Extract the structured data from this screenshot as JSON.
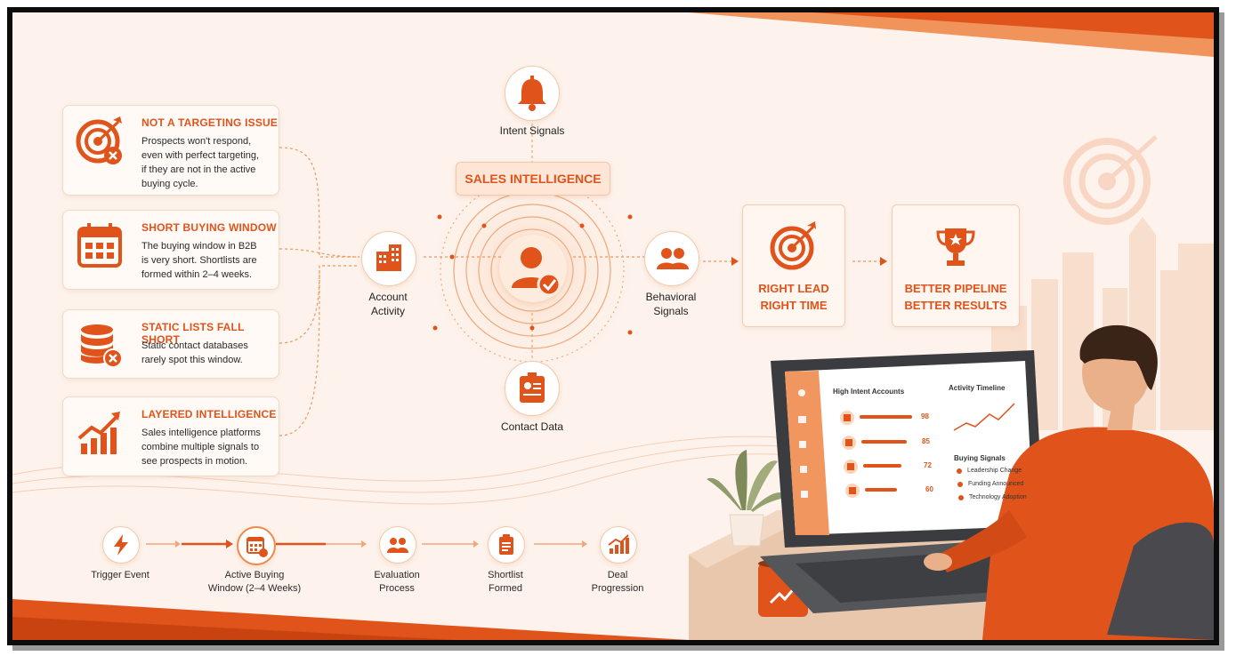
{
  "problems": [
    {
      "title": "NOT A TARGETING ISSUE",
      "lines": [
        "Prospects won't respond,",
        "even with perfect targeting,",
        "if they are not in the active",
        "buying cycle."
      ],
      "icon": "target-x-icon"
    },
    {
      "title": "SHORT BUYING WINDOW",
      "lines": [
        "The buying window in B2B",
        "is very short. Shortlists are",
        "formed within 2–4 weeks."
      ],
      "icon": "calendar-icon"
    },
    {
      "title": "STATIC LISTS FALL SHORT",
      "lines": [
        "Static contact databases",
        "rarely spot this window."
      ],
      "icon": "database-x-icon"
    },
    {
      "title": "LAYERED INTELLIGENCE",
      "lines": [
        "Sales intelligence platforms",
        "combine multiple signals to",
        "see prospects in motion."
      ],
      "icon": "growth-chart-icon"
    }
  ],
  "hub": {
    "title": "SALES INTELLIGENCE",
    "center_icon": "user-check-icon",
    "nodes": {
      "top": "Intent Signals",
      "left_line1": "Account",
      "left_line2": "Activity",
      "right_line1": "Behavioral",
      "right_line2": "Signals",
      "bottom": "Contact Data"
    }
  },
  "results": [
    {
      "line1": "RIGHT LEAD",
      "line2": "RIGHT TIME",
      "icon": "target-icon"
    },
    {
      "line1": "BETTER PIPELINE",
      "line2": "BETTER RESULTS",
      "icon": "trophy-icon"
    }
  ],
  "timeline": [
    {
      "line1": "Trigger Event",
      "line2": "",
      "icon": "lightning-icon"
    },
    {
      "line1": "Active Buying",
      "line2": "Window (2–4 Weeks)",
      "icon": "calendar-icon"
    },
    {
      "line1": "Evaluation",
      "line2": "Process",
      "icon": "people-icon"
    },
    {
      "line1": "Shortlist",
      "line2": "Formed",
      "icon": "clipboard-icon"
    },
    {
      "line1": "Deal",
      "line2": "Progression",
      "icon": "growth-chart-icon"
    }
  ],
  "dashboard": {
    "accounts_title": "High Intent Accounts",
    "accounts": [
      {
        "score": "98",
        "level": 0.98
      },
      {
        "score": "85",
        "level": 0.85
      },
      {
        "score": "72",
        "level": 0.72
      },
      {
        "score": "60",
        "level": 0.6
      }
    ],
    "timeline_title": "Activity Timeline",
    "signals_title": "Buying Signals",
    "signals": [
      "Leadership Change",
      "Funding Announced",
      "Technology Adoption"
    ]
  },
  "colors": {
    "accent": "#e0531b",
    "accent_light": "#f6a06a",
    "background": "#fdf3ec"
  }
}
